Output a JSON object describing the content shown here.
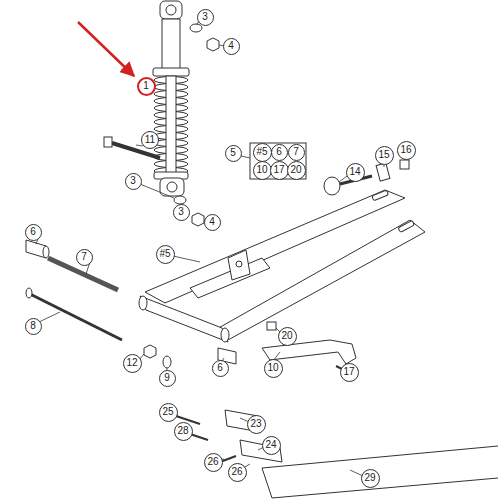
{
  "diagram": {
    "labels": [
      "3",
      "4",
      "1",
      "11",
      "3",
      "5",
      "#5",
      "6",
      "7",
      "10",
      "17",
      "20",
      "14",
      "15",
      "16",
      "3",
      "4",
      "6",
      "7",
      "#5",
      "8",
      "20",
      "12",
      "9",
      "6",
      "10",
      "17",
      "25",
      "23",
      "28",
      "24",
      "26",
      "26",
      "29"
    ]
  }
}
